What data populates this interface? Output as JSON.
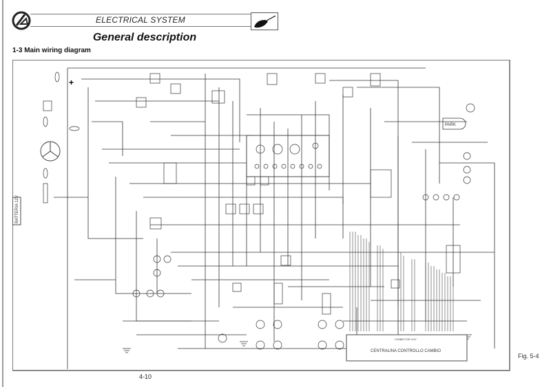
{
  "header": {
    "title": "ELECTRICAL SYSTEM",
    "logo_icon": "brand-logo-icon",
    "section_icon": "electrical-plug-icon"
  },
  "page": {
    "main_title": "General description",
    "section_title": "1-3 Main wiring diagram",
    "figure_label": "Fig. 5-4",
    "page_number": "4-10"
  },
  "diagram": {
    "positive_marker": "+",
    "control_unit_label": "CENTRALINA CONTROLLO CAMBIO",
    "connector_label": "CONNECTOR 1X47",
    "battery_label": "BATTERIA 12V",
    "parking_label": "PARK"
  }
}
